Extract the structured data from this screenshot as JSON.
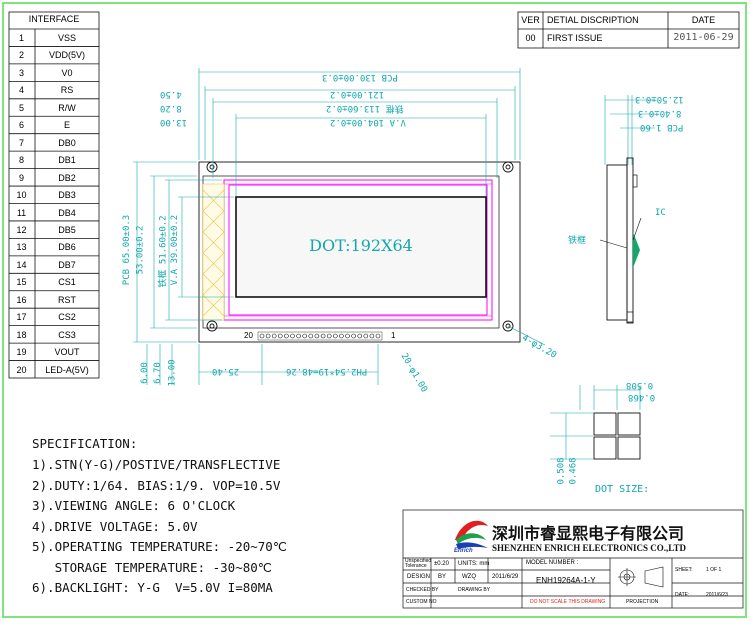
{
  "interface": {
    "title": "INTERFACE",
    "pins": [
      {
        "no": "1",
        "sig": "VSS"
      },
      {
        "no": "2",
        "sig": "VDD(5V)"
      },
      {
        "no": "3",
        "sig": "V0"
      },
      {
        "no": "4",
        "sig": "RS"
      },
      {
        "no": "5",
        "sig": "R/W"
      },
      {
        "no": "6",
        "sig": "E"
      },
      {
        "no": "7",
        "sig": "DB0"
      },
      {
        "no": "8",
        "sig": "DB1"
      },
      {
        "no": "9",
        "sig": "DB2"
      },
      {
        "no": "10",
        "sig": "DB3"
      },
      {
        "no": "11",
        "sig": "DB4"
      },
      {
        "no": "12",
        "sig": "DB5"
      },
      {
        "no": "13",
        "sig": "DB6"
      },
      {
        "no": "14",
        "sig": "DB7"
      },
      {
        "no": "15",
        "sig": "CS1"
      },
      {
        "no": "16",
        "sig": "RST"
      },
      {
        "no": "17",
        "sig": "CS2"
      },
      {
        "no": "18",
        "sig": "CS3"
      },
      {
        "no": "19",
        "sig": "VOUT"
      },
      {
        "no": "20",
        "sig": "LED-A(5V)"
      }
    ]
  },
  "revision": {
    "headers": {
      "ver": "VER",
      "desc": "DETIAL DISCRIPTION",
      "date": "DATE"
    },
    "row": {
      "ver": "00",
      "desc": "FIRST ISSUE",
      "date": "2011-06-29"
    }
  },
  "drawing": {
    "display_label": "DOT:192X64",
    "pin_first": "20",
    "pin_last": "1",
    "top_dims": [
      "PCB 130.00±0.3",
      "121.00±0.2",
      "铁框 113.60±0.2",
      "V.A 104.00±0.2"
    ],
    "left_top_dims": [
      "4.50",
      "8.20",
      "13.00"
    ],
    "left_dims": [
      "PCB 65.00±0.3",
      "53.00±0.2",
      "铁框 51.60±0.2",
      "V.A 39.00±0.2"
    ],
    "bottom_dims": [
      "6.00",
      "6.70",
      "13.00"
    ],
    "bottom_pitch_dims": [
      "25.40",
      "PH2.54*19=48.26"
    ],
    "hole_dims": [
      "4-φ3.20",
      "20-φ1.00"
    ],
    "side_dims": [
      "12.50±0.3",
      "8.40±0.3",
      "PCB 1.60"
    ],
    "side_labels": {
      "ic": "IC",
      "frame": "铁框"
    },
    "dot_dims": [
      "0.508",
      "0.468"
    ],
    "dot_dims_vertical": [
      "0.508",
      "0.468"
    ],
    "dot_size_label": "DOT SIZE:"
  },
  "spec": {
    "title": "SPECIFICATION:",
    "lines": [
      "1).STN(Y-G)/POSTIVE/TRANSFLECTIVE",
      "2).DUTY:1/64. BIAS:1/9. VOP=10.5V",
      "3).VIEWING ANGLE: 6 O'CLOCK",
      "4).DRIVE VOLTAGE: 5.0V",
      "5).OPERATING TEMPERATURE: -20~70℃",
      "   STORAGE TEMPERATURE: -30~80℃",
      "6).BACKLIGHT: Y-G  V=5.0V I=80MA"
    ]
  },
  "title_block": {
    "company_cn": "深圳市睿显熙电子有限公司",
    "company_en": "SHENZHEN ENRICH ELECTRONICS CO.,LTD",
    "logo_text": "Enrich",
    "unspecified_label": "Unspecified Tolerance",
    "tolerance_value": "±0.20",
    "units_label": "UNITS: mm",
    "model_label": "MODEL NUMBER :",
    "model_value": "ENH19264A-1-Y",
    "design_label": "DESIGN",
    "by_label": "BY",
    "design_by": "WZQ",
    "design_date": "2011/6/29",
    "checked_label": "CHECKED BY",
    "drawing_label": "DRAWING BY",
    "customer_label": "CUSTOM NO",
    "warning": "DO NOT SCALE THIS DRAWING",
    "projection_label": "PROJECTION",
    "sheet_label": "SHEET:",
    "sheet_value": "1 OF 1",
    "date_label": "DATE:",
    "date_value": "2011/6/23"
  },
  "colors": {
    "frame": "#7fe37f",
    "outline": "#000000",
    "dim": "#11a8ad",
    "bezel": "#ff00ff",
    "warning": "#e02020",
    "logo_red": "#e02020",
    "logo_blue": "#1a3fb5",
    "logo_green": "#1aa34a"
  }
}
